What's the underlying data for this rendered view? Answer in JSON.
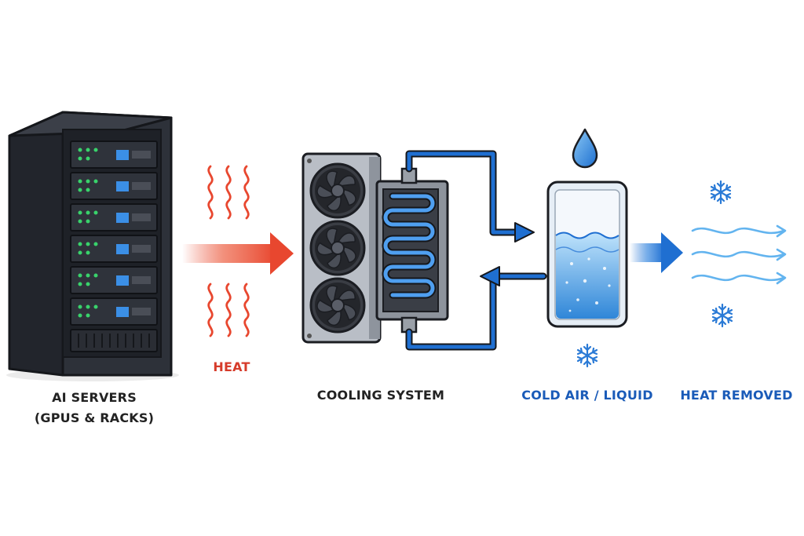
{
  "labels": {
    "servers_line1": "AI SERVERS",
    "servers_line2": "(GPUS & RACKS)",
    "heat": "HEAT",
    "cooling": "COOLING SYSTEM",
    "cold": "COLD AIR / LIQUID",
    "removed": "HEAT REMOVED"
  },
  "colors": {
    "heat": "#e8472f",
    "cool_blue": "#1f6fd1",
    "light_blue": "#63b4ef",
    "server_dark": "#2b2f38",
    "outline": "#1b1d22"
  },
  "icons": [
    "server-rack-icon",
    "heat-wave-icon",
    "fan-icon",
    "water-drop-icon",
    "snowflake-icon",
    "wind-icon"
  ]
}
